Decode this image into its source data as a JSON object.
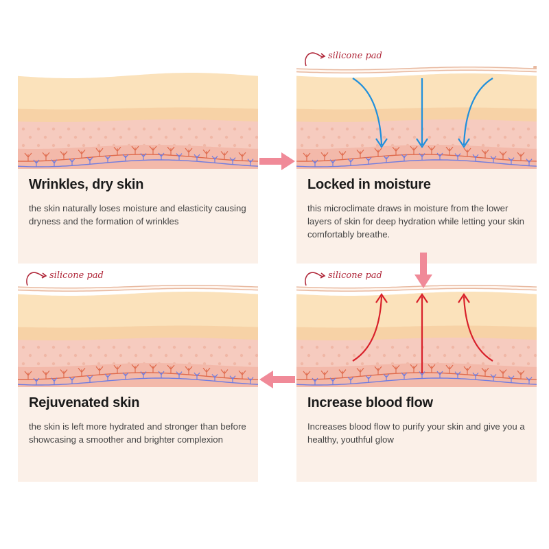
{
  "pad_label": "silicone pad",
  "colors": {
    "epidermis": "#fbe2bb",
    "upper_band": "#f7d2a6",
    "dermis": "#f6cbbf",
    "deep": "#f3b9aa",
    "vein_blue": "#6f7ce0",
    "vein_red": "#df6a4c",
    "moisture_arrow": "#1f8fdc",
    "blood_arrow": "#d8202a",
    "flow_arrow": "#f08a98",
    "caption_bg": "#fbf0e8",
    "pad_label": "#b0283a"
  },
  "panels": [
    {
      "id": "wrinkles",
      "title": "Wrinkles, dry skin",
      "description": "the skin naturally loses moisture and elasticity causing dryness and the formation of wrinkles",
      "pad": false,
      "arrows": "none"
    },
    {
      "id": "moisture",
      "title": "Locked in moisture",
      "description": "this microclimate draws in moisture from the lower layers of skin for deep hydration while letting your skin comfortably breathe.",
      "pad": true,
      "arrows": "down-blue"
    },
    {
      "id": "rejuvenated",
      "title": "Rejuvenated skin",
      "description": "the skin is left more hydrated and stronger than before showcasing a smoother and brighter complexion",
      "pad": true,
      "arrows": "none"
    },
    {
      "id": "bloodflow",
      "title": "Increase blood flow",
      "description": "Increases blood flow to purify your skin and give you a healthy, youthful glow",
      "pad": true,
      "arrows": "up-red"
    }
  ]
}
